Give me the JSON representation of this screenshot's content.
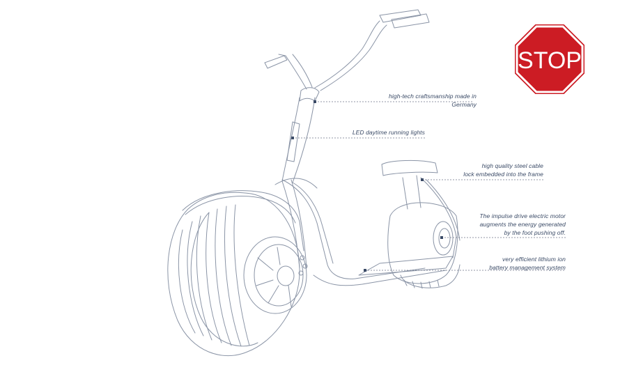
{
  "stop_sign": {
    "text": "STOP",
    "color": "#cc1c24"
  },
  "callouts": [
    {
      "lines": [
        "high-tech craftsmanship made in Germany"
      ]
    },
    {
      "lines": [
        "LED daytime running lights"
      ]
    },
    {
      "lines": [
        "high quality steel cable",
        "lock embedded into the frame"
      ]
    },
    {
      "lines": [
        "The impulse drive electric motor",
        "augments the energy generated",
        "by the foot pushing off."
      ]
    },
    {
      "lines": [
        "very efficient lithium ion",
        "battery management system"
      ]
    }
  ],
  "colors": {
    "line_art": "#8a94a6",
    "leader": "#6c7486",
    "text": "#3a4a66"
  }
}
